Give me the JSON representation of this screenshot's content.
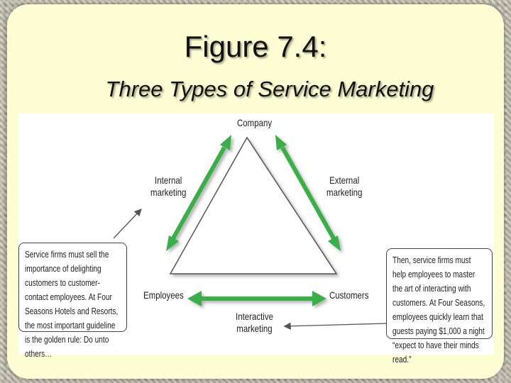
{
  "slide": {
    "title": "Figure 7.4:",
    "subtitle": "Three Types of Service Marketing"
  },
  "diagram": {
    "nodes": {
      "company": "Company",
      "employees": "Employees",
      "customers": "Customers"
    },
    "edges": {
      "internal": [
        "Internal",
        "marketing"
      ],
      "external": [
        "External",
        "marketing"
      ],
      "interactive": [
        "Interactive",
        "marketing"
      ]
    },
    "arrow_color": "#3aad4a",
    "notes": {
      "left": "Service firms must sell the importance of delighting customers to customer-contact employees. At Four Seasons Hotels and Resorts, the most important guideline is the golden rule: Do unto others…",
      "right": "Then, service firms must help employees to master the art of interacting with customers. At Four Seasons, employees quickly learn that guests paying $1,000 a night “expect to have their minds read.”"
    }
  }
}
